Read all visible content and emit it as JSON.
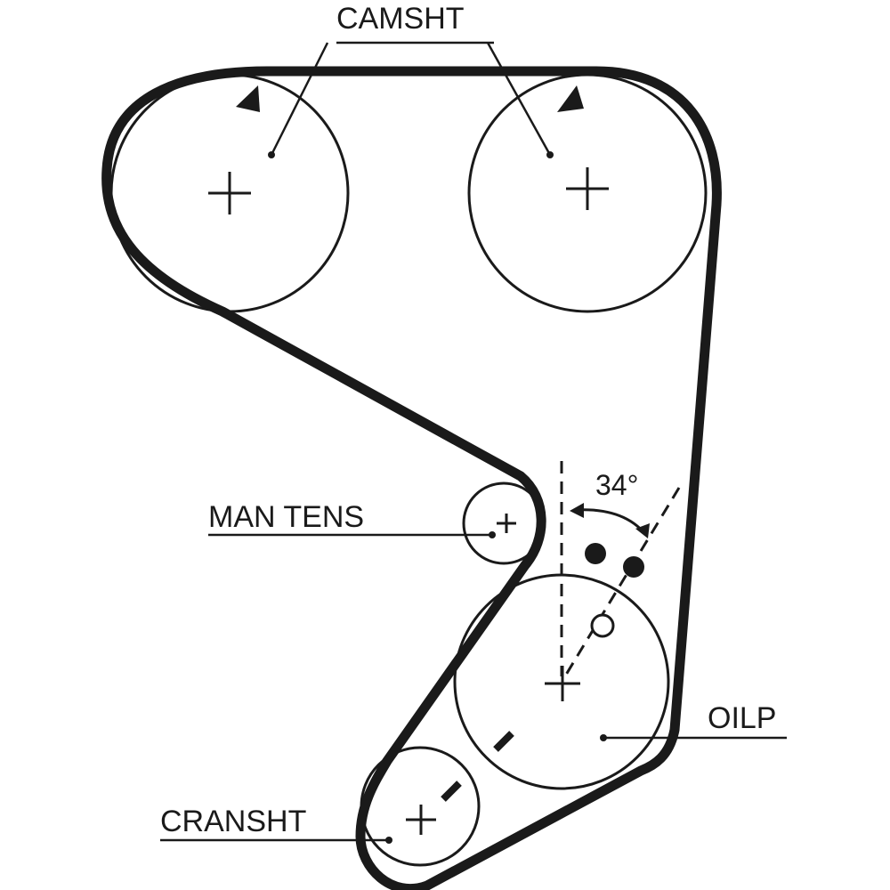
{
  "labels": {
    "camshaft": "CAMSHT",
    "manual_tensioner": "MAN TENS",
    "oil_pump": "OILP",
    "crankshaft": "CRANSHT",
    "angle": "34°"
  },
  "colors": {
    "line": "#1a1a1a",
    "background": "#ffffff"
  }
}
